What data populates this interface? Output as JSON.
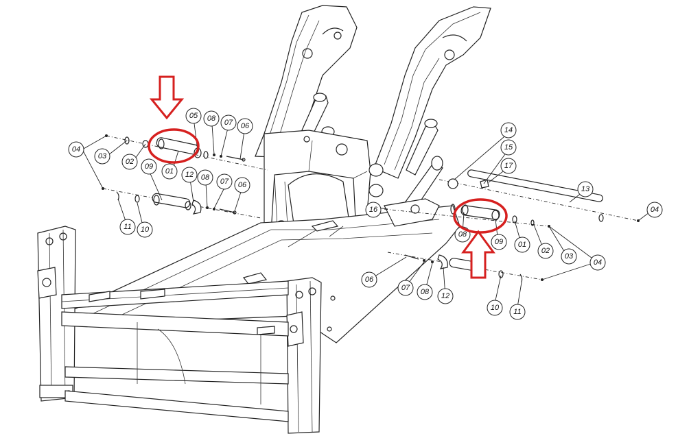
{
  "callouts": {
    "c01a": "01",
    "c01b": "01",
    "c02a": "02",
    "c02b": "02",
    "c03a": "03",
    "c03b": "03",
    "c04a": "04",
    "c04b": "04",
    "c04c": "04",
    "c05": "05",
    "c06a": "06",
    "c06b": "06",
    "c06c": "06",
    "c07a": "07",
    "c07b": "07",
    "c07c": "07",
    "c08a": "08",
    "c08b": "08",
    "c08c": "08",
    "c08d": "08",
    "c09a": "09",
    "c09b": "09",
    "c10a": "10",
    "c10b": "10",
    "c11a": "11",
    "c11b": "11",
    "c12a": "12",
    "c12b": "12",
    "c13": "13",
    "c14": "14",
    "c15": "15",
    "c16": "16",
    "c17": "17"
  },
  "colors": {
    "highlight": "#d6201f",
    "line": "#222222",
    "background": "#ffffff"
  }
}
